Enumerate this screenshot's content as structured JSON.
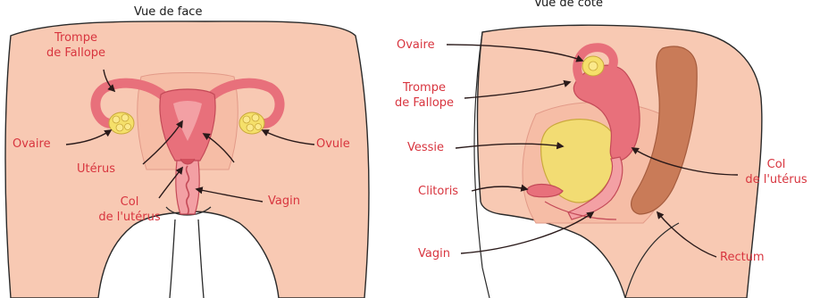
{
  "front_view": {
    "title": "Vue de face",
    "labels": {
      "trompe_line1": "Trompe",
      "trompe_line2": "de Fallope",
      "ovaire": "Ovaire",
      "uterus": "Utérus",
      "col_line1": "Col",
      "col_line2": "de l'utérus",
      "vagin": "Vagin",
      "ovule": "Ovule"
    }
  },
  "side_view": {
    "title": "Vue de côté",
    "labels": {
      "ovaire": "Ovaire",
      "trompe_line1": "Trompe",
      "trompe_line2": "de Fallope",
      "vessie": "Vessie",
      "clitoris": "Clitoris",
      "vagin": "Vagin",
      "col_line1": "Col",
      "col_line2": "de l'utérus",
      "rectum": "Rectum"
    }
  },
  "colors": {
    "skin": "#f8c9b3",
    "skin_outline": "#2a2a2a",
    "organ": "#e8707b",
    "organ_dark": "#d24f5d",
    "organ_light": "#f3a0a4",
    "bladder": "#f2dc73",
    "ovary": "#f5e06a",
    "rectum": "#c97b58",
    "label_red": "#d8353f",
    "arrow": "#2a1a1a"
  }
}
